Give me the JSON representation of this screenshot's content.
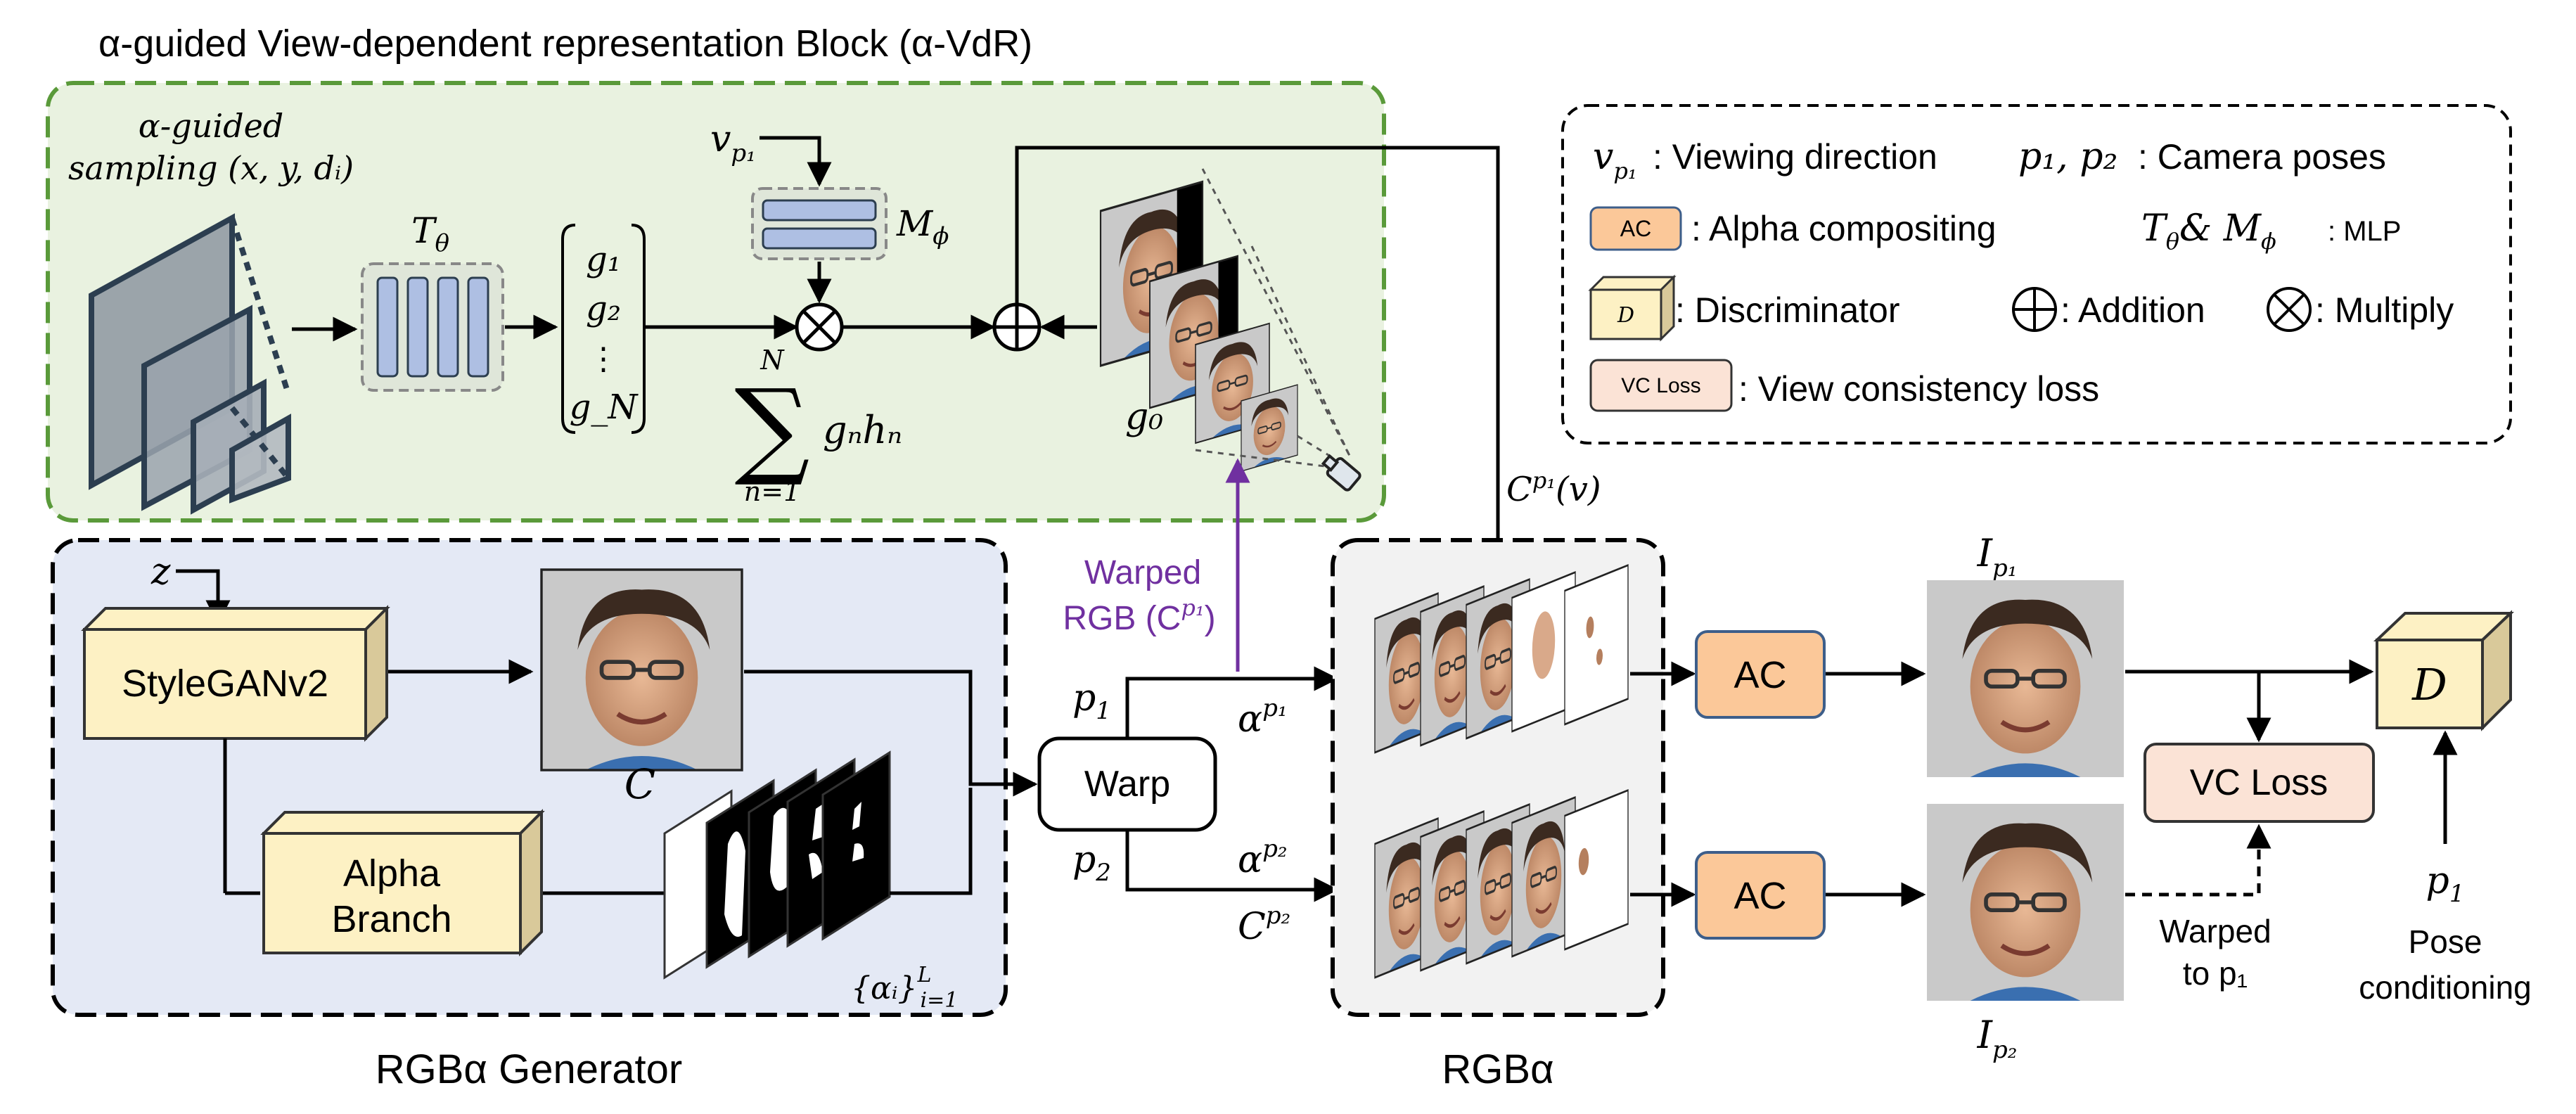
{
  "vdr_block": {
    "title": "α-guided View-dependent representation Block (α-VdR)",
    "sampling_label_line1": "α-guided",
    "sampling_label_line2": "sampling (x, y, dᵢ)",
    "t_theta": "T",
    "t_theta_sub": "θ",
    "m_phi": "M",
    "m_phi_sub": "ϕ",
    "v_p1": "v",
    "v_p1_sub": "p₁",
    "g_items": [
      "g₁",
      "g₂",
      "⋮",
      "g_N"
    ],
    "sum_top": "N",
    "sum_symbol": "∑",
    "sum_bottom": "n=1",
    "sum_term": "gₙhₙ",
    "g0": "g₀"
  },
  "legend": {
    "viewing_dir_symbol": "v",
    "viewing_dir_sub": "p₁",
    "viewing_dir_text": ": Viewing direction",
    "camera_poses_symbol": "p₁, p₂",
    "camera_poses_text": ": Camera poses",
    "ac_box": "AC",
    "ac_text": ": Alpha compositing",
    "mlp_symbol": "T",
    "mlp_sub1": "θ",
    "mlp_and": "& M",
    "mlp_sub2": "ϕ",
    "mlp_text": ": MLP",
    "disc_box": "D",
    "disc_text": ": Discriminator",
    "add_text": ": Addition",
    "mul_text": ": Multiply",
    "vc_box": "VC Loss",
    "vc_text": ": View consistency loss"
  },
  "generator": {
    "caption": "RGBα Generator",
    "z": "z",
    "stylegan": "StyleGANv2",
    "alpha_line1": "Alpha",
    "alpha_line2": "Branch",
    "c_label": "C",
    "alpha_set": "{αᵢ}",
    "alpha_set_sup": "L",
    "alpha_set_sub": "i=1"
  },
  "middle": {
    "warped_line1": "Warped",
    "warped_line2": "RGB (C",
    "warped_sup": "p₁",
    "warped_close": ")",
    "p1": "p",
    "p1_sub": "1",
    "p2": "p",
    "p2_sub": "2",
    "warp": "Warp",
    "alpha_p1": "α",
    "alpha_p1_sup": "p₁",
    "alpha_p2": "α",
    "alpha_p2_sup": "p₂",
    "c_p2": "C",
    "c_p2_sup": "p₂",
    "cp1v": "C",
    "cp1v_sup": "p₁",
    "cp1v_tail": "(v)"
  },
  "rgba": {
    "caption": "RGBα"
  },
  "right": {
    "ac_top": "AC",
    "ac_bottom": "AC",
    "i_p1": "I",
    "i_p1_sub": "p₁",
    "i_p2": "I",
    "i_p2_sub": "p₂",
    "vc_loss": "VC Loss",
    "d": "D",
    "p1": "p",
    "p1_sub": "1",
    "warped_to_line1": "Warped",
    "warped_to_line2": "to p₁",
    "pose_line1": "Pose",
    "pose_line2": "conditioning"
  },
  "colors": {
    "vdr_fill": "#e9f2e0",
    "vdr_border": "#5a9a3a",
    "gen_fill": "#e4e9f5",
    "rgba_fill": "#f2f2f2",
    "blue_block": "#aebfe3",
    "yellow": "#fdf1c4",
    "ac_orange": "#fbc899",
    "ac_border": "#3d5e8a",
    "vc_fill": "#fbe3d6",
    "purple": "#7030a0"
  }
}
